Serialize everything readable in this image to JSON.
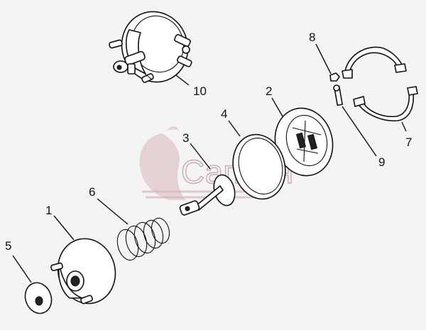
{
  "callouts": {
    "c1": "1",
    "c2": "2",
    "c3": "3",
    "c4": "4",
    "c5": "5",
    "c6": "6",
    "c7": "7",
    "c8": "8",
    "c9": "9",
    "c10": "10"
  },
  "watermark": {
    "text": "Сапсан",
    "color": "#c9a3a8"
  },
  "colors": {
    "background": "#f4f4f4",
    "line": "#111111",
    "part_fill": "#ffffff"
  }
}
